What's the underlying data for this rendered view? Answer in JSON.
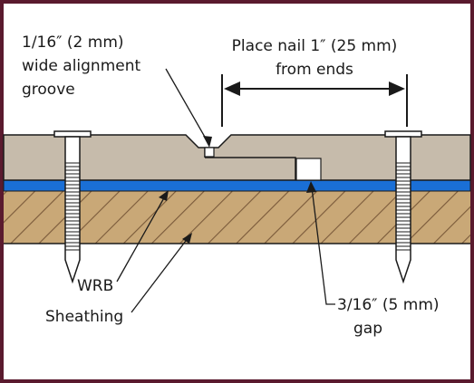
{
  "labels": {
    "groove_line1": "1/16″ (2 mm)",
    "groove_line2": "wide alignment",
    "groove_line3": "groove",
    "nail_line1": "Place nail 1″ (25 mm)",
    "nail_line2": "from ends",
    "wrb": "WRB",
    "sheathing": "Sheathing",
    "gap_line1": "3/16″ (5 mm)",
    "gap_line2": "gap"
  },
  "colors": {
    "border": "#5a1a2e",
    "siding": "#c6bbab",
    "wrb": "#1a6fd6",
    "sheathing": "#c9a877",
    "hatch": "#7a5a3a",
    "outline": "#1a1a1a"
  }
}
